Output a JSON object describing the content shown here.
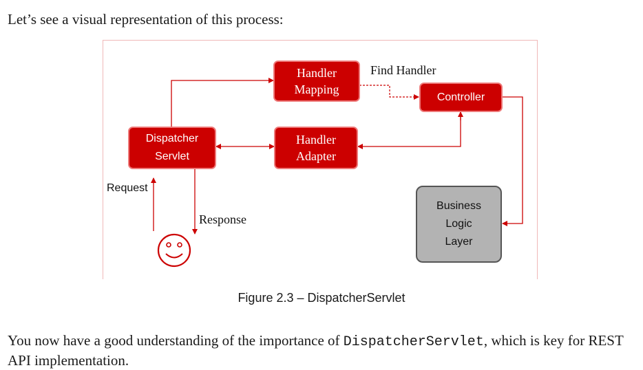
{
  "intro_text": "Let’s see a visual representation of this process:",
  "diagram": {
    "handler_mapping": [
      "Handler",
      "Mapping"
    ],
    "controller": "Controller",
    "dispatcher_servlet": [
      "Dispatcher",
      "Servlet"
    ],
    "handler_adapter": [
      "Handler",
      "Adapter"
    ],
    "business_logic": [
      "Business",
      "Logic",
      "Layer"
    ],
    "find_handler_label": "Find Handler",
    "request_label": "Request",
    "response_label": "Response",
    "user_icon": "smiley-face-icon",
    "accent_color": "#cc0000",
    "grey_box_color": "#b3b3b3"
  },
  "caption": "Figure 2.3 – DispatcherServlet",
  "outro": {
    "before": "You now have a good understanding of the importance of ",
    "code": "DispatcherServlet",
    "after": ", which is key for REST API implementation."
  }
}
